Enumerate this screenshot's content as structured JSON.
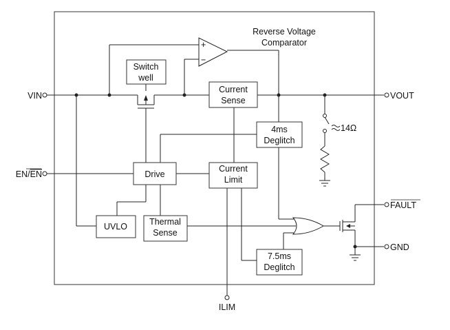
{
  "title": "Reverse Voltage Comparator",
  "pins": {
    "vin": "VIN",
    "en": "EN/EN",
    "en_first": "EN/",
    "en_bar": "EN",
    "vout": "VOUT",
    "fault": "FAULT",
    "gnd": "GND",
    "ilim": "ILIM"
  },
  "blocks": {
    "comparator_label_1": "Reverse Voltage",
    "comparator_label_2": "Comparator",
    "switch_well_1": "Switch",
    "switch_well_2": "well",
    "current_sense_1": "Current",
    "current_sense_2": "Sense",
    "deglitch_4ms_1": "4ms",
    "deglitch_4ms_2": "Deglitch",
    "drive": "Drive",
    "current_limit_1": "Current",
    "current_limit_2": "Limit",
    "uvlo": "UVLO",
    "thermal_sense_1": "Thermal",
    "thermal_sense_2": "Sense",
    "deglitch_75ms_1": "7.5ms",
    "deglitch_75ms_2": "Deglitch"
  },
  "resistor_label": "14Ω",
  "comparator_inputs": {
    "plus": "+",
    "minus": "−"
  }
}
